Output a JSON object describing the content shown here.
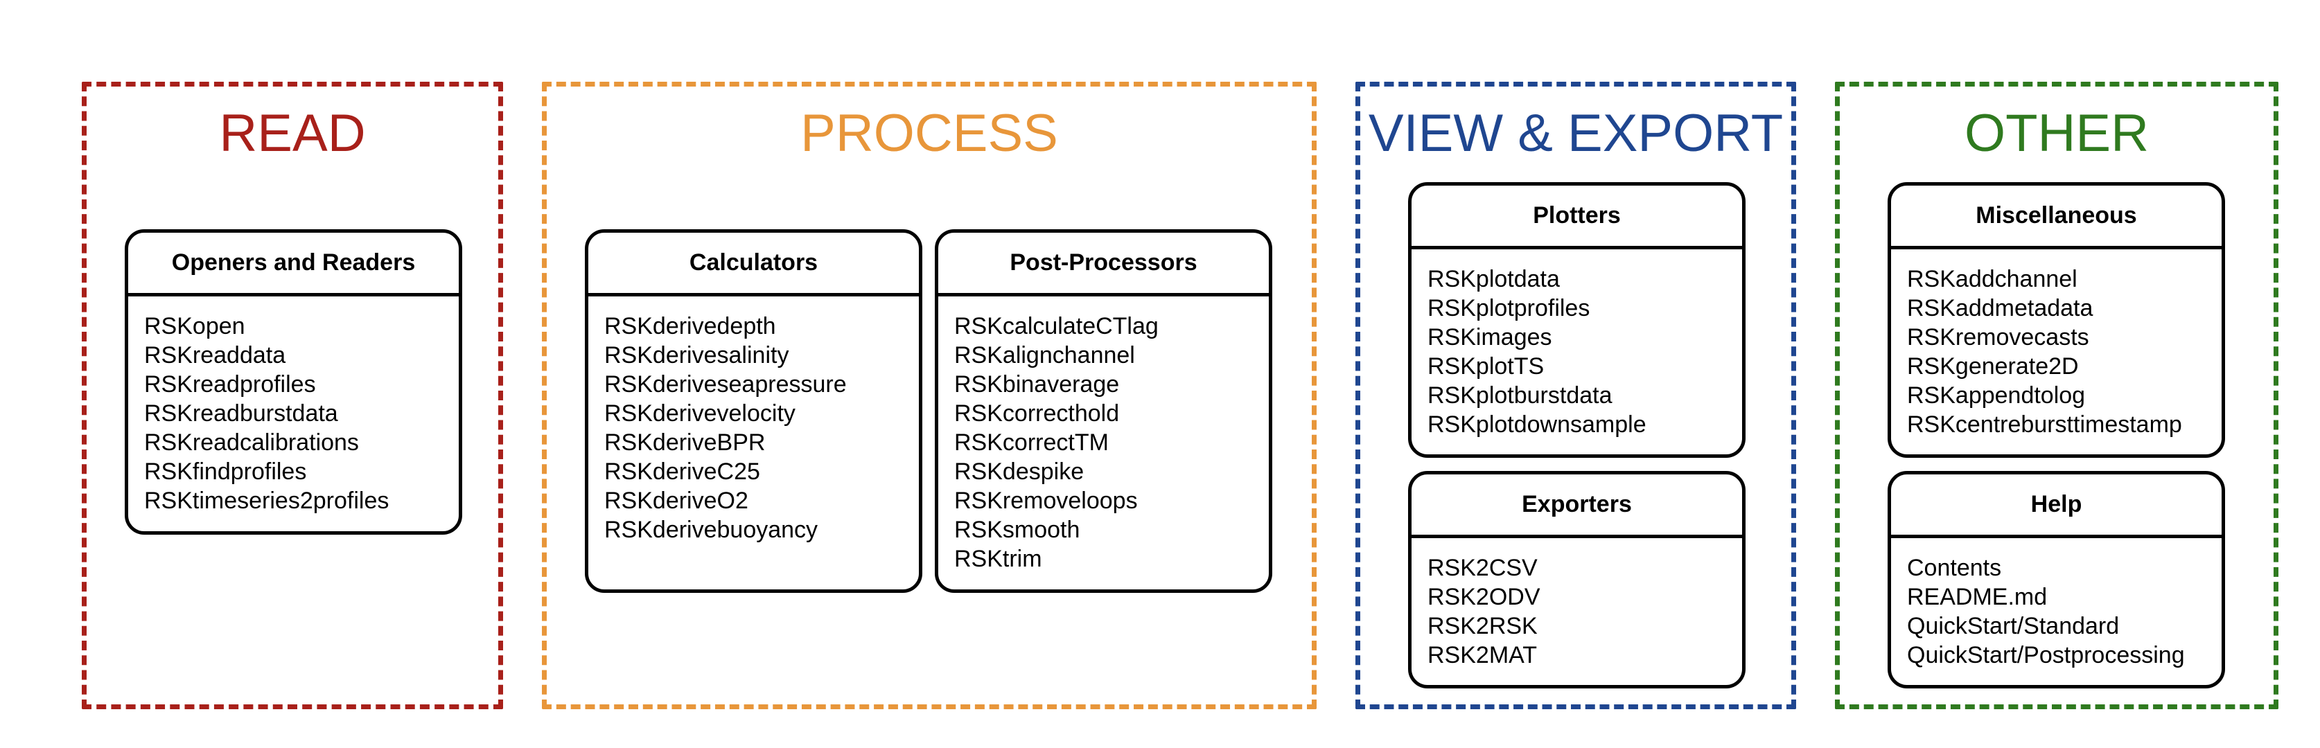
{
  "groups": {
    "read": {
      "title": "READ",
      "color": "#a8201a",
      "boxes": [
        {
          "title": "Openers and Readers",
          "items": [
            "RSKopen",
            "RSKreaddata",
            "RSKreadprofiles",
            "RSKreadburstdata",
            "RSKreadcalibrations",
            "RSKfindprofiles",
            "RSKtimeseries2profiles"
          ]
        }
      ]
    },
    "process": {
      "title": "PROCESS",
      "color": "#e8963a",
      "boxes": [
        {
          "title": "Calculators",
          "items": [
            "RSKderivedepth",
            "RSKderivesalinity",
            "RSKderiveseapressure",
            "RSKderivevelocity",
            "RSKderiveBPR",
            "RSKderiveC25",
            "RSKderiveO2",
            "RSKderivebuoyancy"
          ]
        },
        {
          "title": "Post-Processors",
          "items": [
            "RSKcalculateCTlag",
            "RSKalignchannel",
            "RSKbinaverage",
            "RSKcorrecthold",
            "RSKcorrectTM",
            "RSKdespike",
            "RSKremoveloops",
            "RSKsmooth",
            "RSKtrim"
          ]
        }
      ]
    },
    "view": {
      "title": "VIEW & EXPORT",
      "color": "#1f4690",
      "boxes": [
        {
          "title": "Plotters",
          "items": [
            "RSKplotdata",
            "RSKplotprofiles",
            "RSKimages",
            "RSKplotTS",
            "RSKplotburstdata",
            "RSKplotdownsample"
          ]
        },
        {
          "title": "Exporters",
          "items": [
            "RSK2CSV",
            "RSK2ODV",
            "RSK2RSK",
            "RSK2MAT"
          ]
        }
      ]
    },
    "other": {
      "title": "OTHER",
      "color": "#2f7a1f",
      "boxes": [
        {
          "title": "Miscellaneous",
          "items": [
            "RSKaddchannel",
            "RSKaddmetadata",
            "RSKremovecasts",
            "RSKgenerate2D",
            "RSKappendtolog",
            "RSKcentrebursttimestamp"
          ]
        },
        {
          "title": "Help",
          "items": [
            "Contents",
            "README.md",
            "QuickStart/Standard",
            "QuickStart/Postprocessing"
          ]
        }
      ]
    }
  }
}
